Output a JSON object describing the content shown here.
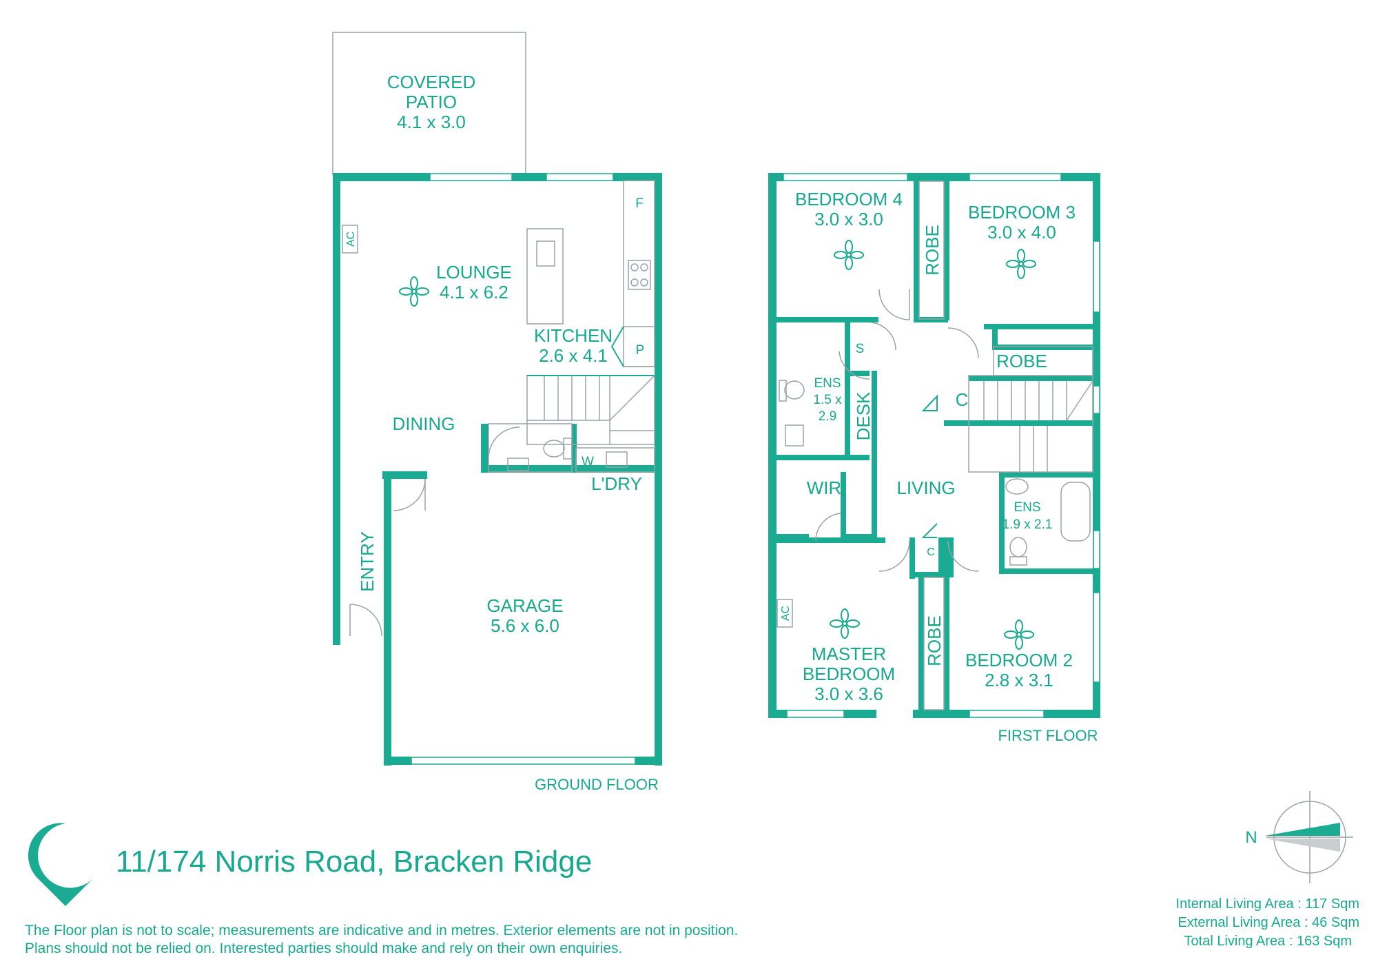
{
  "ground_floor": {
    "label": "GROUND FLOOR",
    "rooms": {
      "covered_patio": {
        "name_line1": "COVERED",
        "name_line2": "PATIO",
        "size": "4.1 x 3.0"
      },
      "lounge": {
        "name": "LOUNGE",
        "size": "4.1 x 6.2"
      },
      "kitchen": {
        "name": "KITCHEN",
        "size": "2.6 x 4.1"
      },
      "dining": {
        "name": "DINING"
      },
      "laundry": {
        "name": "L'DRY"
      },
      "entry": {
        "name": "ENTRY"
      },
      "garage": {
        "name": "GARAGE",
        "size": "5.6 x 6.0"
      }
    },
    "fixtures": {
      "fridge": "F",
      "pantry": "P",
      "washer": "W",
      "aircon": "AC"
    }
  },
  "first_floor": {
    "label": "FIRST FLOOR",
    "rooms": {
      "bedroom4": {
        "name": "BEDROOM 4",
        "size": "3.0 x 3.0"
      },
      "bedroom3": {
        "name": "BEDROOM 3",
        "size": "3.0 x 4.0"
      },
      "robe_b4": "ROBE",
      "robe_b3": "ROBE",
      "robe_b2": "ROBE",
      "linen": "S",
      "ens_small": {
        "name": "ENS",
        "size_line1": "1.5 x",
        "size_line2": "2.9"
      },
      "desk": "DESK",
      "cupboard": "C",
      "cupboard_small": "C",
      "wir": "WIR",
      "living": "LIVING",
      "ens_large": {
        "name": "ENS",
        "size": "1.9 x 2.1"
      },
      "master": {
        "name_line1": "MASTER",
        "name_line2": "BEDROOM",
        "size": "3.0 x 3.6"
      },
      "bedroom2": {
        "name": "BEDROOM 2",
        "size": "2.8 x 3.1"
      }
    },
    "fixtures": {
      "aircon": "AC"
    }
  },
  "footer": {
    "address": "11/174 Norris Road, Bracken Ridge",
    "disclaimer_line1": "The Floor plan is not to scale; measurements are indicative and in metres. Exterior elements are not in position.",
    "disclaimer_line2": "Plans should not be relied on. Interested parties should make and rely on their own enquiries.",
    "north_label": "N",
    "areas": {
      "internal": "Internal Living Area : 117 Sqm",
      "external": "External Living Area : 46 Sqm",
      "total": "Total Living Area : 163 Sqm"
    }
  },
  "colors": {
    "wall": "#1aab92",
    "text": "#17a98f"
  },
  "icons": [
    "ceiling-fan-icon",
    "north-compass-icon",
    "brand-logo-icon"
  ]
}
